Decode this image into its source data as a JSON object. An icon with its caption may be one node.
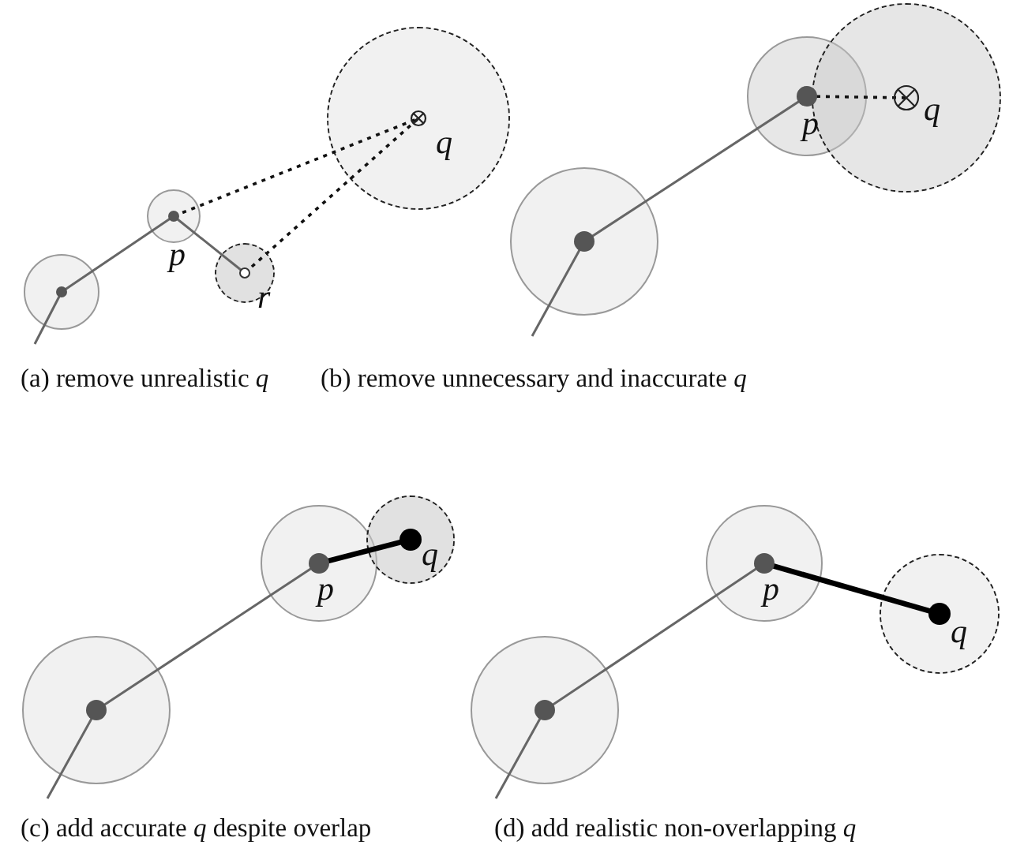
{
  "diagram": {
    "nodes": [
      {
        "text": [],
        "shape": "circle"
      },
      {
        "text": [
          "p"
        ]
      },
      {
        "text": [
          "q"
        ]
      },
      {
        "text": [
          "r"
        ]
      },
      {
        "text": [],
        "shape": "circle"
      },
      {
        "text": [
          "p"
        ]
      },
      {
        "text": [
          "q"
        ]
      },
      {
        "text": [],
        "shape": "circle"
      },
      {
        "text": [
          "p"
        ]
      },
      {
        "text": [
          "q"
        ]
      },
      {
        "text": [],
        "shape": "circle"
      },
      {
        "text": [
          "p"
        ]
      },
      {
        "text": [
          "q"
        ]
      }
    ],
    "edges": [
      {
        "from": null,
        "to": 0,
        "arrow": "none"
      },
      {
        "from": 0,
        "to": 1,
        "arrow": "none"
      },
      {
        "from": 1,
        "to": 3,
        "arrow": "none"
      },
      {
        "from": 1,
        "to": 2,
        "arrow": "none",
        "style": "dashed",
        "color": "#111111"
      },
      {
        "from": 3,
        "to": 2,
        "arrow": "none",
        "style": "dashed",
        "color": "#111111"
      },
      {
        "from": null,
        "to": 4,
        "arrow": "none"
      },
      {
        "from": 4,
        "to": 5,
        "arrow": "none"
      },
      {
        "from": 5,
        "to": 6,
        "arrow": "none",
        "style": "dashed",
        "color": "#111111"
      },
      {
        "from": null,
        "to": 7,
        "arrow": "none"
      },
      {
        "from": 7,
        "to": 8,
        "arrow": "none"
      },
      {
        "from": 8,
        "to": 9,
        "arrow": "other",
        "style": "thick",
        "color": "#000000"
      },
      {
        "from": null,
        "to": 10,
        "arrow": "none"
      },
      {
        "from": 10,
        "to": 11,
        "arrow": "none"
      },
      {
        "from": 11,
        "to": 12,
        "arrow": "other",
        "style": "thick",
        "color": "#000000"
      }
    ],
    "labels": [
      "(a) remove unrealistic *q*",
      "(b) remove unnecessary and inaccurate *q*",
      "(c) add accurate *q* despite overlap",
      "(d) add realistic non-overlapping *q*"
    ]
  }
}
